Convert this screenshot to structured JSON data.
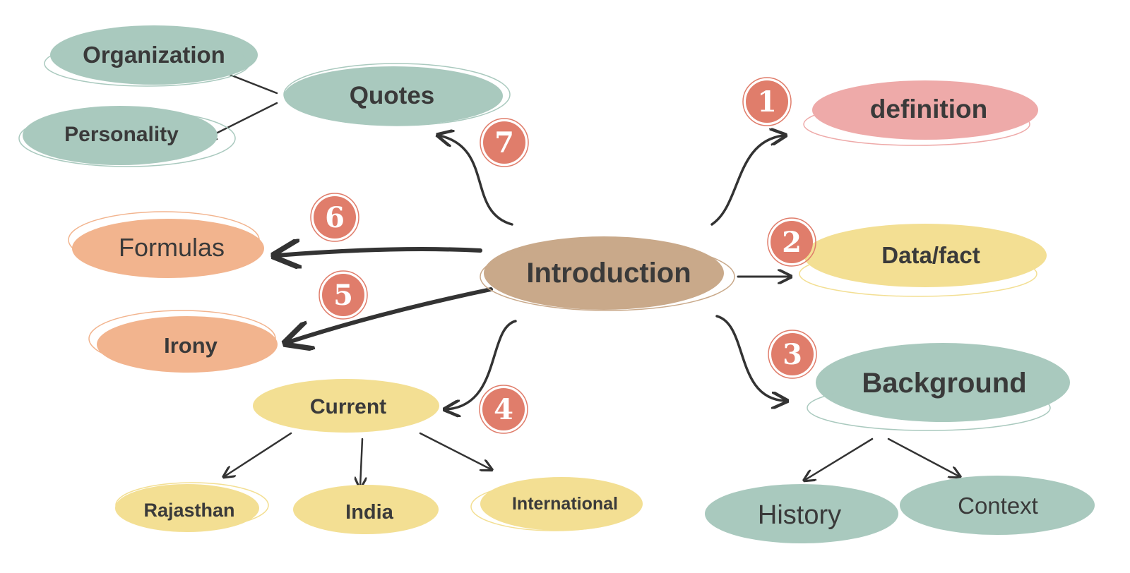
{
  "colors": {
    "teal": "#a9c9be",
    "orange": "#f2b48e",
    "yellow": "#f3df93",
    "pink": "#eeaaa9",
    "tan": "#c9a98a",
    "badge": "#e07d6b",
    "arrow": "#333333"
  },
  "nodes": {
    "center": "Introduction",
    "definition": "definition",
    "data_fact": "Data/fact",
    "background": "Background",
    "history": "History",
    "context": "Context",
    "current": "Current",
    "rajasthan": "Rajasthan",
    "india": "India",
    "international": "International",
    "irony": "Irony",
    "formulas": "Formulas",
    "quotes": "Quotes",
    "organization": "Organization",
    "personality": "Personality"
  },
  "badges": {
    "b1": "1",
    "b2": "2",
    "b3": "3",
    "b4": "4",
    "b5": "5",
    "b6": "6",
    "b7": "7"
  }
}
